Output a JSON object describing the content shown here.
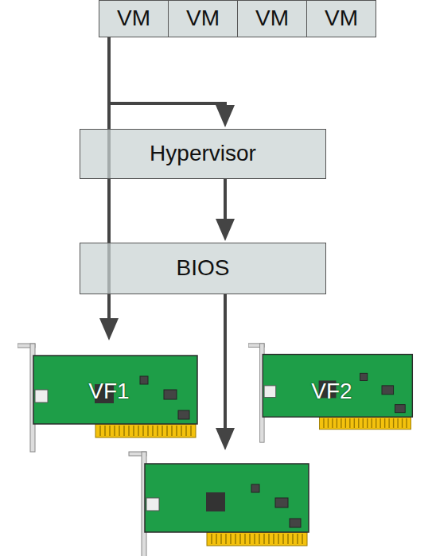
{
  "diagram": {
    "nodes": [
      {
        "text": [
          "VM"
        ]
      },
      {
        "text": [
          "VM"
        ]
      },
      {
        "text": [
          "VM"
        ]
      },
      {
        "text": [
          "VM"
        ]
      },
      {
        "text": [
          "Hypervisor"
        ]
      },
      {
        "text": [
          "BIOS"
        ]
      },
      {
        "text": [
          "VF1"
        ]
      },
      {
        "text": [
          "VF2"
        ]
      }
    ],
    "edges": [
      {
        "from": 0,
        "to": 6,
        "arrow": "to"
      },
      {
        "from": 0,
        "to": 4,
        "arrow": "to"
      },
      {
        "from": 4,
        "to": 5,
        "arrow": "to"
      }
    ]
  }
}
